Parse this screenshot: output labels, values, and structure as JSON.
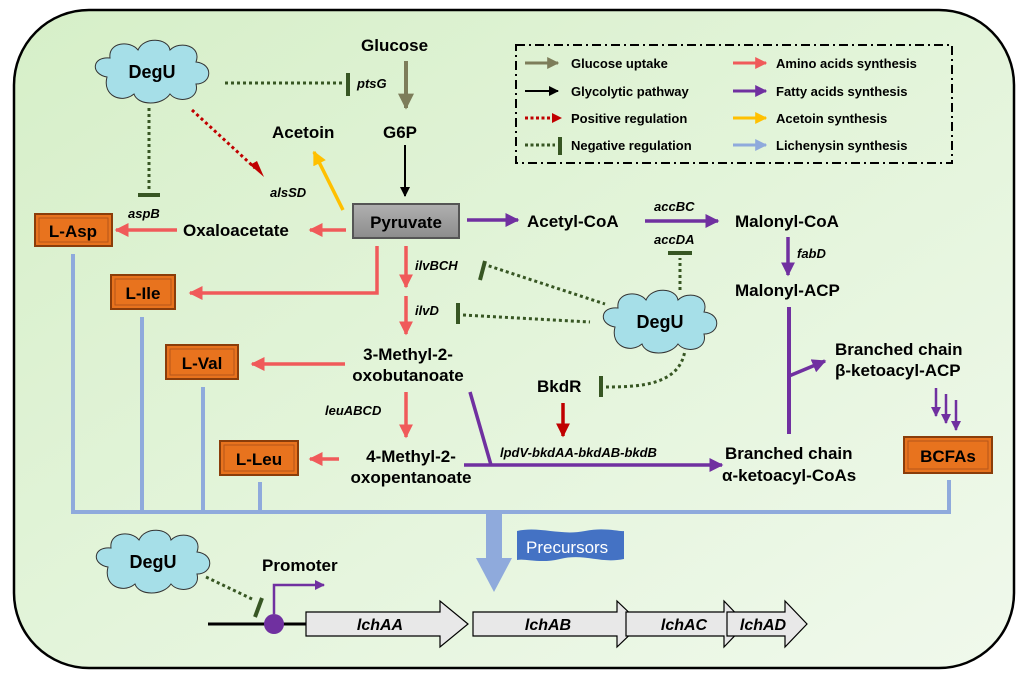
{
  "colors": {
    "background_start": "#d8f0cc",
    "background_end": "#eef8e8",
    "glucose_uptake": "#7d7d5a",
    "glycolytic": "#000000",
    "positive_regulation": "#c00000",
    "negative_regulation": "#375623",
    "amino_acids": "#f05a5a",
    "fatty_acids": "#7030a0",
    "acetoin": "#ffc000",
    "lichenysin": "#8faadc",
    "cloud_fill": "#a6dfe8",
    "product_box": "#e8731e",
    "pyruvate_box": "#969696",
    "precursors_flag": "#4472c4",
    "gene_fill": "#e8e8e8"
  },
  "legend": {
    "items": [
      {
        "label": "Glucose uptake",
        "type": "arrow",
        "color": "#7d7d5a"
      },
      {
        "label": "Glycolytic pathway",
        "type": "arrow",
        "color": "#000000"
      },
      {
        "label": "Positive regulation",
        "type": "dotted-arrow",
        "color": "#c00000"
      },
      {
        "label": "Negative regulation",
        "type": "dotted-bar",
        "color": "#375623"
      },
      {
        "label": "Amino acids synthesis",
        "type": "arrow",
        "color": "#f05a5a"
      },
      {
        "label": "Fatty acids synthesis",
        "type": "arrow",
        "color": "#7030a0"
      },
      {
        "label": "Acetoin synthesis",
        "type": "arrow",
        "color": "#ffc000"
      },
      {
        "label": "Lichenysin synthesis",
        "type": "arrow",
        "color": "#8faadc"
      }
    ]
  },
  "nodes": {
    "glucose": "Glucose",
    "g6p": "G6P",
    "acetoin": "Acetoin",
    "pyruvate": "Pyruvate",
    "oxaloacetate": "Oxaloacetate",
    "acetyl_coa": "Acetyl-CoA",
    "malonyl_coa": "Malonyl-CoA",
    "malonyl_acp": "Malonyl-ACP",
    "methyl_oxobutanoate": [
      "3-Methyl-2-",
      "oxobutanoate"
    ],
    "methyl_oxopentanoate": [
      "4-Methyl-2-",
      "oxopentanoate"
    ],
    "bkdr": "BkdR",
    "bc_ketoacyl_acp": [
      "Branched chain",
      "β-ketoacyl-ACP"
    ],
    "bc_ketoacyl_coas": [
      "Branched chain",
      "α-ketoacyl-CoAs"
    ],
    "promoter": "Promoter",
    "precursors": "Precursors"
  },
  "products": {
    "asp": "L-Asp",
    "ile": "L-Ile",
    "val": "L-Val",
    "leu": "L-Leu",
    "bcfas": "BCFAs"
  },
  "regulators": {
    "degu": "DegU"
  },
  "genes": {
    "ptsG": "ptsG",
    "alsSD": "alsSD",
    "aspB": "aspB",
    "accBC": "accBC",
    "accDA": "accDA",
    "fabD": "fabD",
    "ilvBCH": "ilvBCH",
    "ilvD": "ilvD",
    "leuABCD": "leuABCD",
    "bkd_operon": "lpdV-bkdAA-bkdAB-bkdB"
  },
  "operon": {
    "genes": [
      "lchAA",
      "lchAB",
      "lchAC",
      "lchAD"
    ]
  }
}
